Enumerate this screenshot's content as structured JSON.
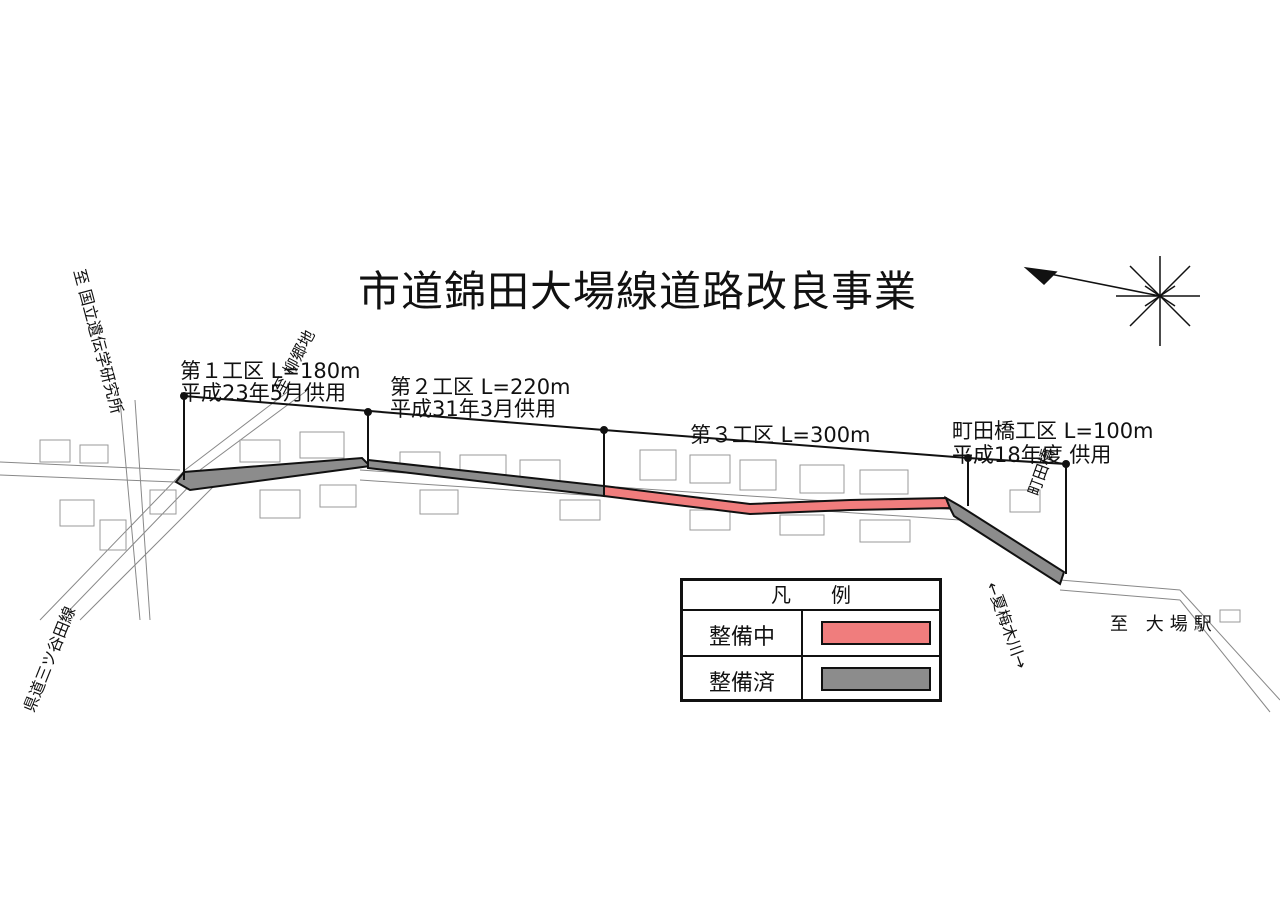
{
  "title": "市道錦田大場線道路改良事業",
  "sections": [
    {
      "name": "第１工区 L=180m",
      "note": "平成23年5月供用"
    },
    {
      "name": "第２工区 L=220m",
      "note": "平成31年3月供用"
    },
    {
      "name": "第３工区 L=300m"
    },
    {
      "name": "町田橋工区 L=100m",
      "note": "平成18年度 供用"
    }
  ],
  "place_labels": {
    "to_kokuritsu": "至 国立遺伝学研究所",
    "to_yanagigochi": "至 柳郷地",
    "prefectural_road": "県道三ツ谷田線",
    "bridge": "町田橋",
    "river": "←夏梅木川→",
    "to_oba_station": "至 大場駅"
  },
  "legend": {
    "header": "凡例",
    "items": [
      {
        "label": "整備中",
        "color": "#f07d7d"
      },
      {
        "label": "整備済",
        "color": "#8c8c8c"
      }
    ]
  },
  "colors": {
    "in_progress": "#f07d7d",
    "completed": "#8c8c8c"
  },
  "icons": {
    "compass": "north-arrow-compass-icon"
  }
}
